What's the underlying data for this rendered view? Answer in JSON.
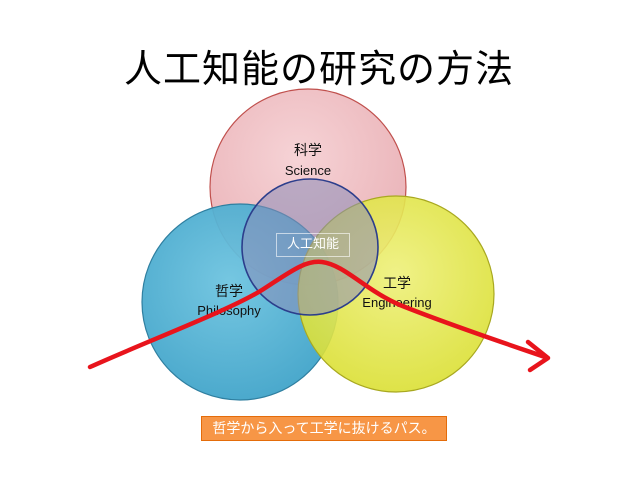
{
  "title": "人工知能の研究の方法",
  "circles": {
    "science": {
      "label_jp": "科学",
      "label_en": "Science",
      "fill": "#f2c4c8"
    },
    "philosophy": {
      "label_jp": "哲学",
      "label_en": "Philosophy",
      "fill": "#4bacc6"
    },
    "engineering": {
      "label_jp": "工学",
      "label_en": "Engineering",
      "fill": "#e4e84a"
    }
  },
  "center_label": "人工知能",
  "caption": "哲学から入って工学に抜けるパス。",
  "arrow_color": "#e8141c"
}
